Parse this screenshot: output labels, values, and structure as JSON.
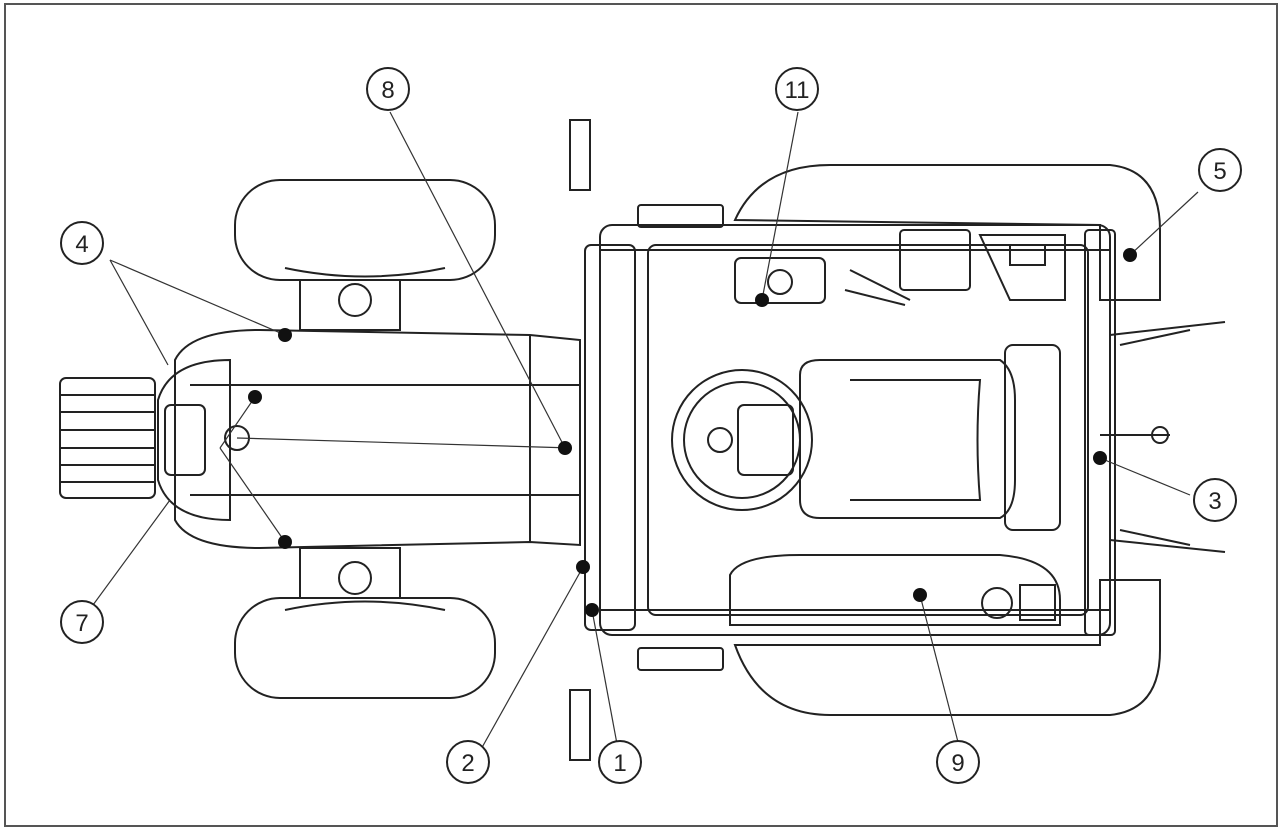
{
  "diagram": {
    "subject": "tractor-top-view",
    "callouts": [
      {
        "id": "c1",
        "label": "1"
      },
      {
        "id": "c2",
        "label": "2"
      },
      {
        "id": "c3",
        "label": "3"
      },
      {
        "id": "c4",
        "label": "4"
      },
      {
        "id": "c5",
        "label": "5"
      },
      {
        "id": "c7",
        "label": "7"
      },
      {
        "id": "c8",
        "label": "8"
      },
      {
        "id": "c9",
        "label": "9"
      },
      {
        "id": "c11",
        "label": "11"
      }
    ]
  }
}
